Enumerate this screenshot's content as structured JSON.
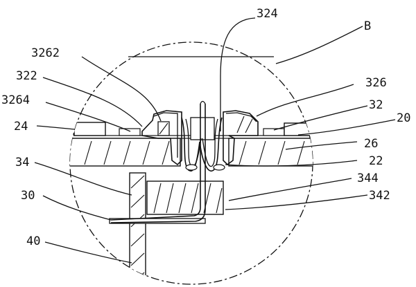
{
  "figure": {
    "detail_label": "B",
    "callouts": [
      "324",
      "3262",
      "322",
      "326",
      "3264",
      "32",
      "24",
      "20",
      "26",
      "34",
      "22",
      "344",
      "30",
      "342",
      "40"
    ]
  }
}
